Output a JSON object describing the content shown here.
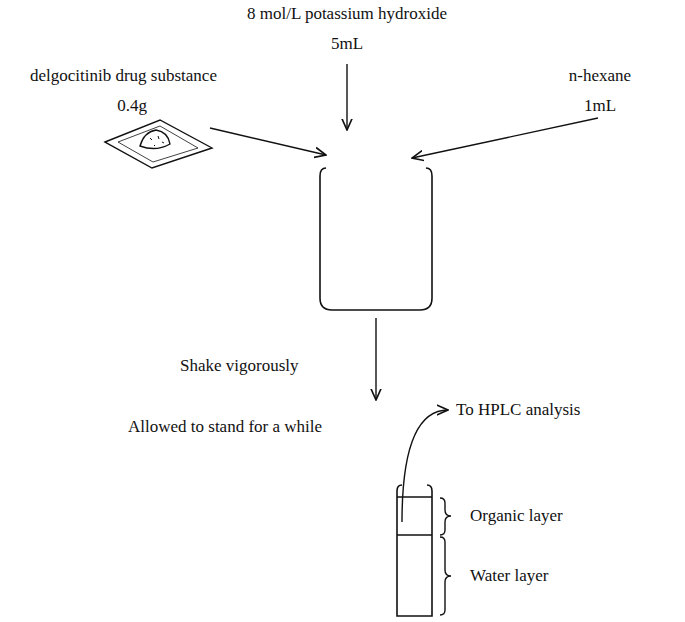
{
  "diagram": {
    "labels": [
      "8 mol/L potassium hydroxide",
      "5mL",
      "delgocitinib drug substance",
      "0.4g",
      "n-hexane",
      "1mL",
      "Shake vigorously",
      "Allowed to stand for a while",
      "To HPLC analysis",
      "Organic layer",
      "Water layer"
    ]
  }
}
